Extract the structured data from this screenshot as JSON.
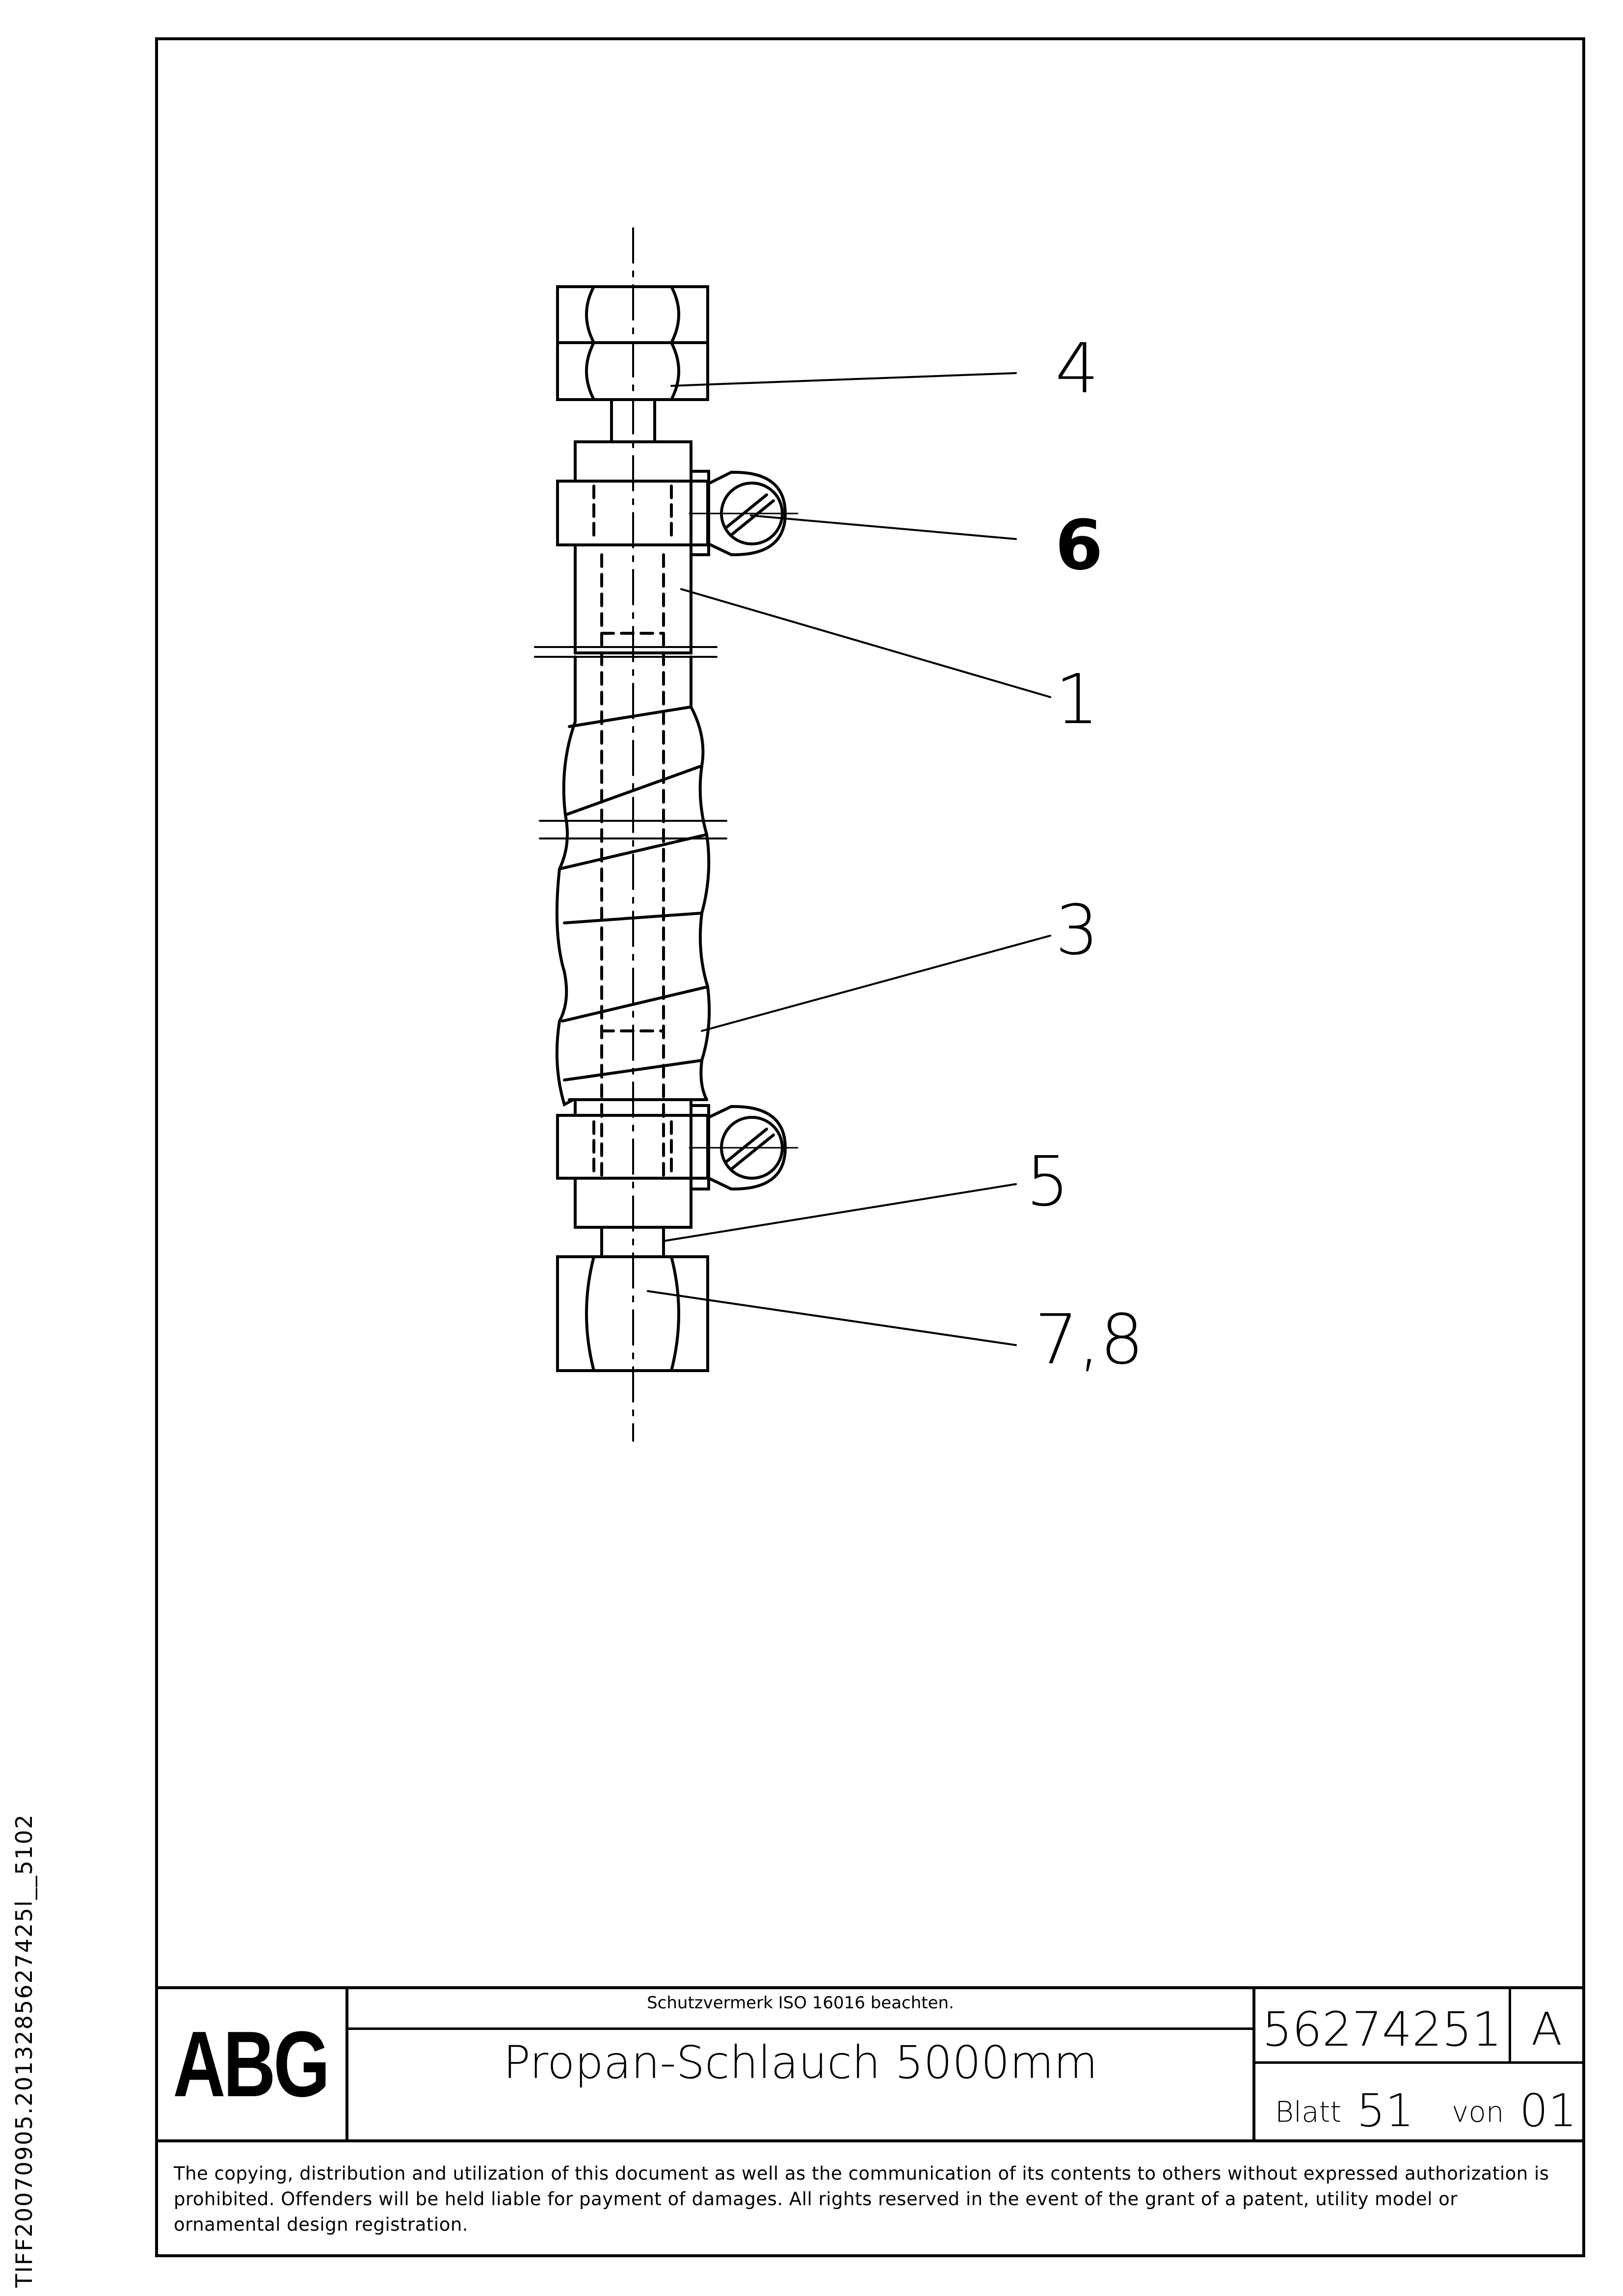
{
  "drawing": {
    "callouts": [
      {
        "id": "callout-4",
        "label": "4"
      },
      {
        "id": "callout-6",
        "label": "6"
      },
      {
        "id": "callout-1",
        "label": "1"
      },
      {
        "id": "callout-3",
        "label": "3"
      },
      {
        "id": "callout-5",
        "label": "5"
      },
      {
        "id": "callout-7-8",
        "label": "7,8"
      }
    ]
  },
  "sidebar_identifier": "TIFF20070905.2013285627425l__5102",
  "title_block": {
    "logo": "ABG",
    "protection_note": "Schutzvermerk ISO 16016 beachten.",
    "title": "Propan-Schlauch 5000mm",
    "part_number": "56274251",
    "revision": "A",
    "sheet_label": "Blatt",
    "sheet_number": "51",
    "of_label": "von",
    "total_sheets": "01"
  },
  "copyright": "The copying, distribution and utilization of this document as well as the communication of its contents to others without expressed authorization is prohibited. Offenders will be held liable for payment of damages. All rights reserved in the event of the grant of a patent, utility model or ornamental design registration."
}
